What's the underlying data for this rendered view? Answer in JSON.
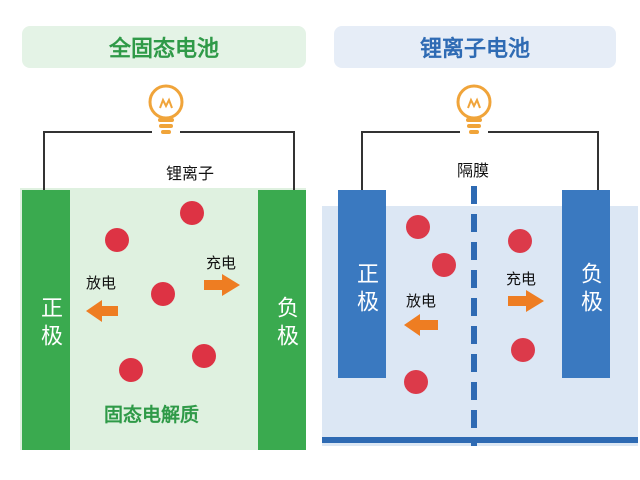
{
  "left_panel": {
    "title": "全固态电池",
    "ion_label": "锂离子",
    "positive_electrode": "正极",
    "negative_electrode": "负极",
    "discharge_label": "放电",
    "charge_label": "充电",
    "electrolyte_label": "固态电解质"
  },
  "right_panel": {
    "title": "锂离子电池",
    "separator_label": "隔膜",
    "positive_electrode": "正极",
    "negative_electrode": "负极",
    "discharge_label": "放电",
    "charge_label": "充电"
  },
  "colors": {
    "green_electrode": "#3aaa4f",
    "green_electrolyte": "#dff1e0",
    "blue_electrode": "#3a79c0",
    "blue_electrolyte": "#dce7f4",
    "ion": "#dd3344",
    "arrow": "#ee7d22",
    "bulb": "#f0a43a"
  },
  "icons": [
    "lightbulb-icon",
    "lightbulb-icon"
  ]
}
